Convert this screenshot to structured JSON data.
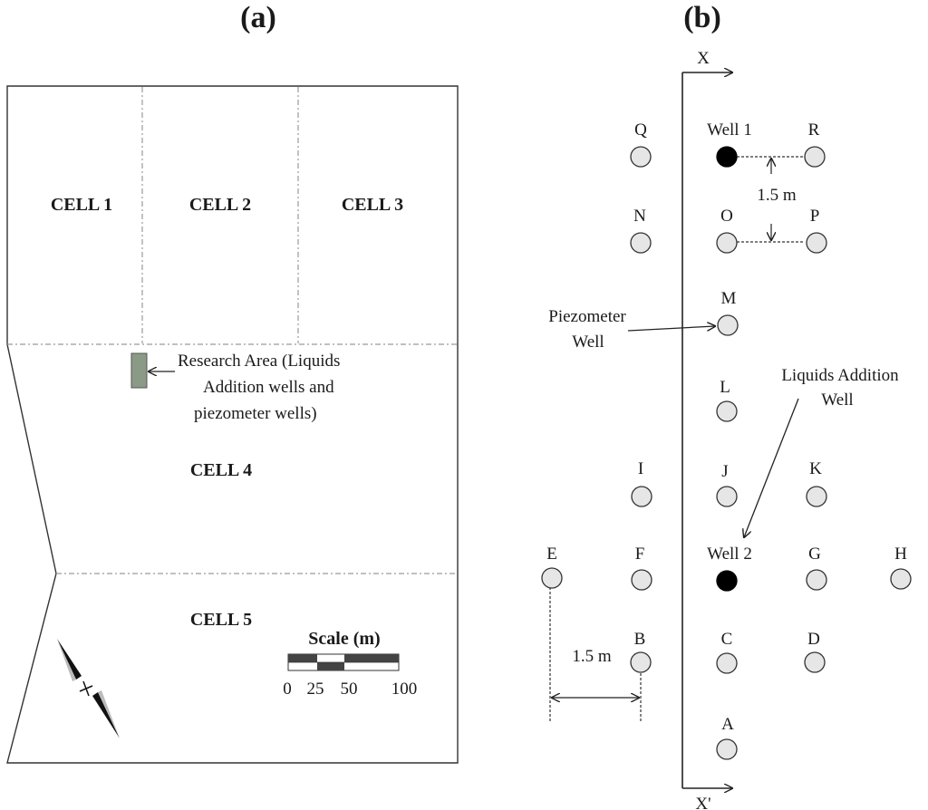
{
  "panel_a": {
    "label": "(a)",
    "cells": [
      "CELL 1",
      "CELL 2",
      "CELL 3",
      "CELL 4",
      "CELL 5"
    ],
    "research_area": {
      "lines": [
        "Research Area (Liquids",
        "Addition wells and",
        "piezometer wells)"
      ]
    },
    "scale": {
      "title": "Scale (m)",
      "ticks": [
        "0",
        "25",
        "50",
        "100"
      ]
    },
    "north_arrow_icon": "north-arrow-icon"
  },
  "panel_b": {
    "label": "(b)",
    "axis_top": "X",
    "axis_bottom": "X'",
    "wells": {
      "Q": "Q",
      "well1": "Well 1",
      "R": "R",
      "N": "N",
      "O": "O",
      "P": "P",
      "M": "M",
      "L": "L",
      "I": "I",
      "J": "J",
      "K": "K",
      "E": "E",
      "F": "F",
      "well2": "Well 2",
      "G": "G",
      "H": "H",
      "B": "B",
      "C": "C",
      "D": "D",
      "A": "A"
    },
    "piezometer_note": [
      "Piezometer",
      "Well"
    ],
    "liquids_note": [
      "Liquids Addition",
      "Well"
    ],
    "spacing_top": "1.5 m",
    "spacing_bottom": "1.5 m"
  },
  "colors": {
    "line": "#222222",
    "dash": "#9a9a9a",
    "well_fill": "#e6e6e6",
    "well_addition_fill": "#000000",
    "research_area_fill": "#8a9a86"
  }
}
